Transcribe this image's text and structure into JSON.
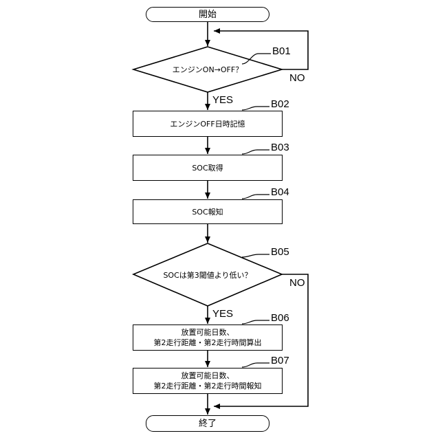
{
  "terminals": {
    "start": "開始",
    "end": "終了"
  },
  "steps": {
    "B01": {
      "ref": "B01",
      "text": "エンジンON→OFF？"
    },
    "B02": {
      "ref": "B02",
      "text": "エンジンOFF日時記憶"
    },
    "B03": {
      "ref": "B03",
      "text": "SOC取得"
    },
    "B04": {
      "ref": "B04",
      "text": "SOC報知"
    },
    "B05": {
      "ref": "B05",
      "text": "SOCは第3閾値より低い？"
    },
    "B06": {
      "ref": "B06",
      "line1": "放置可能日数、",
      "line2": "第2走行距離・第2走行時間算出"
    },
    "B07": {
      "ref": "B07",
      "line1": "放置可能日数、",
      "line2": "第2走行距離・第2走行時間報知"
    }
  },
  "branch_labels": {
    "b01_yes": "YES",
    "b01_no": "NO",
    "b05_yes": "YES",
    "b05_no": "NO"
  }
}
